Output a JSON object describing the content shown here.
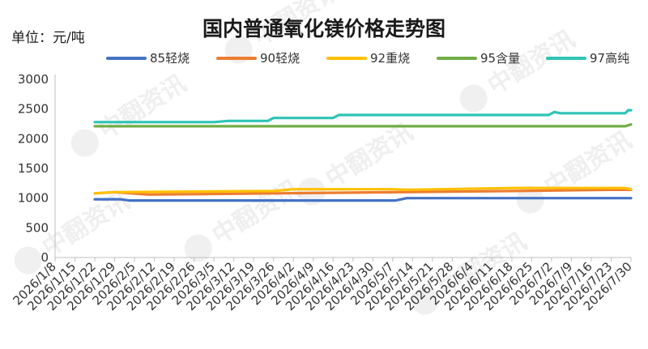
{
  "chart_data": {
    "type": "line",
    "title": "国内普通氧化镁价格走势图",
    "unit_label": "单位：元/吨",
    "watermark": "中翻资讯",
    "ylim": [
      0,
      3000
    ],
    "y_ticks": [
      0,
      500,
      1000,
      1500,
      2000,
      2500,
      3000
    ],
    "x_start": "2026/1/8",
    "x_end": "2026/7/30",
    "x_ticks": [
      "2026/1/8",
      "2026/1/15",
      "2026/1/22",
      "2026/1/29",
      "2026/2/5",
      "2026/2/12",
      "2026/2/19",
      "2026/2/26",
      "2026/3/5",
      "2026/3/12",
      "2026/3/19",
      "2026/3/26",
      "2026/4/2",
      "2026/4/9",
      "2026/4/16",
      "2026/4/23",
      "2026/4/30",
      "2026/5/7",
      "2026/5/14",
      "2026/5/21",
      "2026/5/28",
      "2026/6/4",
      "2026/6/11",
      "2026/6/18",
      "2026/6/25",
      "2026/7/2",
      "2026/7/9",
      "2026/7/16",
      "2026/7/23",
      "2026/7/30"
    ],
    "grid": false,
    "legend_position": "top",
    "series": [
      {
        "name": "85轻烧",
        "color": "#4472C4",
        "points": [
          [
            "2026/1/22",
            980
          ],
          [
            "2026/1/31",
            980
          ],
          [
            "2026/2/3",
            960
          ],
          [
            "2026/5/8",
            960
          ],
          [
            "2026/5/12",
            1000
          ],
          [
            "2026/7/30",
            1000
          ]
        ]
      },
      {
        "name": "90轻烧",
        "color": "#ED7D31",
        "points": [
          [
            "2026/1/22",
            1080
          ],
          [
            "2026/1/29",
            1100
          ],
          [
            "2026/2/10",
            1060
          ],
          [
            "2026/3/26",
            1080
          ],
          [
            "2026/6/18",
            1120
          ],
          [
            "2026/7/22",
            1140
          ],
          [
            "2026/7/30",
            1140
          ]
        ]
      },
      {
        "name": "92重烧",
        "color": "#FFC000",
        "points": [
          [
            "2026/1/22",
            1080
          ],
          [
            "2026/1/29",
            1100
          ],
          [
            "2026/3/26",
            1120
          ],
          [
            "2026/4/2",
            1150
          ],
          [
            "2026/5/7",
            1150
          ],
          [
            "2026/5/12",
            1140
          ],
          [
            "2026/6/18",
            1170
          ],
          [
            "2026/7/28",
            1170
          ],
          [
            "2026/7/30",
            1150
          ]
        ]
      },
      {
        "name": "95含量",
        "color": "#70AD47",
        "points": [
          [
            "2026/1/22",
            2210
          ],
          [
            "2026/7/28",
            2210
          ],
          [
            "2026/7/30",
            2240
          ]
        ]
      },
      {
        "name": "97高纯",
        "color": "#2EC4B6",
        "points": [
          [
            "2026/1/22",
            2280
          ],
          [
            "2026/3/5",
            2280
          ],
          [
            "2026/3/10",
            2300
          ],
          [
            "2026/3/24",
            2300
          ],
          [
            "2026/3/26",
            2350
          ],
          [
            "2026/4/16",
            2350
          ],
          [
            "2026/4/18",
            2400
          ],
          [
            "2026/7/1",
            2400
          ],
          [
            "2026/7/3",
            2450
          ],
          [
            "2026/7/5",
            2430
          ],
          [
            "2026/7/28",
            2430
          ],
          [
            "2026/7/29",
            2480
          ],
          [
            "2026/7/30",
            2480
          ]
        ]
      }
    ]
  }
}
